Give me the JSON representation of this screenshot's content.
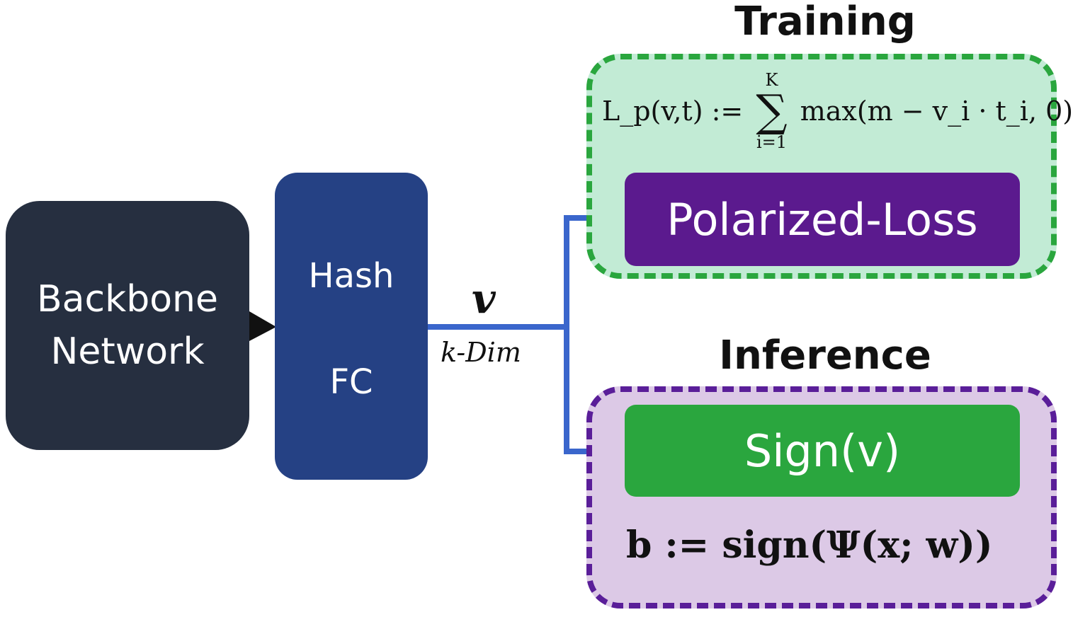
{
  "nodes": {
    "backbone": {
      "line1": "Backbone",
      "line2": "Network"
    },
    "hash_fc": {
      "line1": "Hash",
      "line2": "FC"
    },
    "polarized_loss": {
      "label": "Polarized-Loss"
    },
    "sign": {
      "label": "Sign(v)"
    }
  },
  "groups": {
    "training": {
      "label": "Training",
      "formula_lhs": "L_p(v,t) :=",
      "sum_upper": "K",
      "sum_lower": "i=1",
      "formula_rhs": "max(m − v_i · t_i, 0)"
    },
    "inference": {
      "label": "Inference",
      "formula": "b := sign(Ψ(x; w))"
    }
  },
  "edge_labels": {
    "vector": "v",
    "dimension": "k-Dim"
  },
  "colors": {
    "backbone": "#262f40",
    "hash_fc": "#254184",
    "polarized_loss": "#5b1a8e",
    "sign": "#2aa63e",
    "training_bg": "#c2ebd5",
    "training_border": "#2aa63e",
    "inference_bg": "#dcc9e6",
    "inference_border": "#5a1e99",
    "connector": "#3a66cc"
  }
}
